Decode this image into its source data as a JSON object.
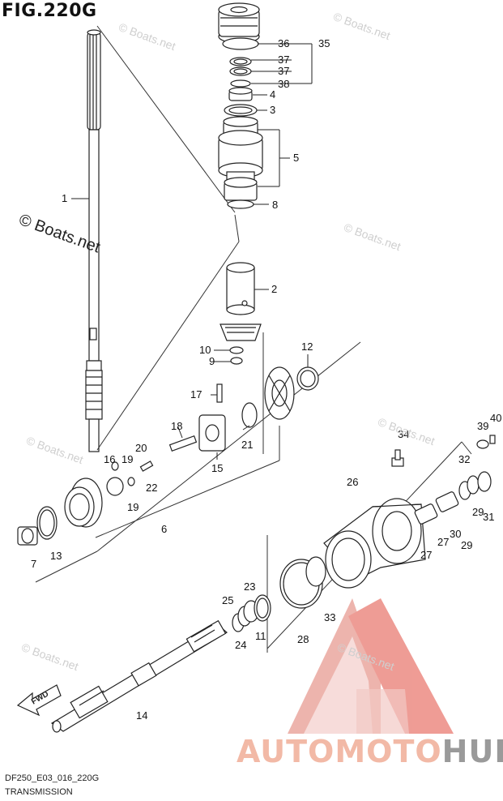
{
  "figure": {
    "title": "FIG.220G",
    "code": "DF250_E03_016_220G",
    "caption": "TRANSMISSION"
  },
  "watermark": {
    "text": "© Boats.net",
    "dark_text": "© Boats.net"
  },
  "brand": {
    "part1": "AUTOMOTO",
    "part2": "HUB",
    "color_part1": "#f2b9a6",
    "color_part2": "#9a9a9a",
    "triangle_color": "#e8736a"
  },
  "fwd_label": "FWD",
  "callouts": [
    "36",
    "35",
    "37",
    "37",
    "38",
    "4",
    "3",
    "5",
    "8",
    "1",
    "2",
    "10",
    "9",
    "12",
    "17",
    "18",
    "20",
    "19",
    "16",
    "19",
    "22",
    "21",
    "15",
    "13",
    "7",
    "6",
    "34",
    "39",
    "40",
    "32",
    "26",
    "31",
    "29",
    "29",
    "30",
    "27",
    "27",
    "25",
    "23",
    "24",
    "11",
    "28",
    "33",
    "14"
  ]
}
